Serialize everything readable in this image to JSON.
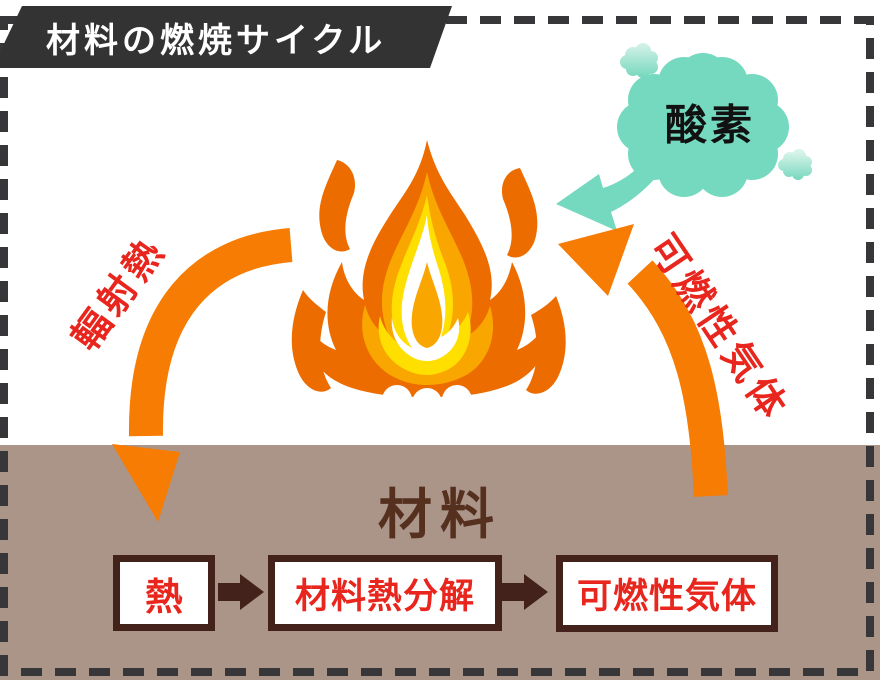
{
  "title": "材料の燃焼サイクル",
  "oxygen": {
    "label": "酸素"
  },
  "arrows": {
    "radiant_heat": "輻射熱",
    "combustible_gas": "可燃性気体"
  },
  "material": {
    "title": "材料",
    "flow": [
      {
        "label": "熱"
      },
      {
        "label": "材料熱分解"
      },
      {
        "label": "可燃性気体"
      }
    ]
  },
  "colors": {
    "banner_bg": "#333333",
    "banner_text": "#ffffff",
    "dashed_border": "#37373a",
    "teal": "#74d9bf",
    "orange_arrow": "#f67c04",
    "red_text": "#e8261d",
    "material_bg": "#ab9488",
    "dark_brown": "#42221a",
    "material_title": "#55301f",
    "flame_outer": "#ed6c00",
    "flame_mid": "#faa600",
    "flame_inner": "#ffdf00"
  }
}
